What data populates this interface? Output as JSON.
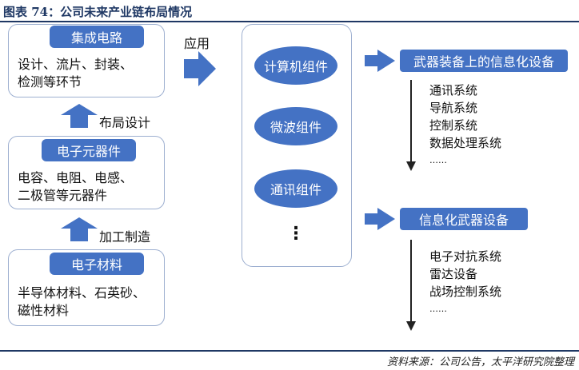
{
  "header": {
    "title": "图表 74：公司未来产业链布局情况"
  },
  "left_chain": [
    {
      "title": "集成电路",
      "desc": [
        "设计、流片、封装、",
        "检测等环节"
      ]
    },
    {
      "title": "电子元器件",
      "desc": [
        "电容、电阻、电感、",
        "二极管等元器件"
      ]
    },
    {
      "title": "电子材料",
      "desc": [
        "半导体材料、石英砂、",
        "磁性材料"
      ]
    }
  ],
  "links": {
    "layout": "布局设计",
    "manufacture": "加工制造",
    "apply": "应用"
  },
  "components": {
    "items": [
      "计算机组件",
      "微波组件",
      "通讯组件"
    ],
    "more": "⋮"
  },
  "outputs": [
    {
      "title": "武器装备上的信息化设备",
      "items": [
        "通讯系统",
        "导航系统",
        "控制系统",
        "数据处理系统",
        "……"
      ]
    },
    {
      "title": "信息化武器设备",
      "items": [
        "电子对抗系统",
        "雷达设备",
        "战场控制系统",
        "……"
      ]
    }
  ],
  "footer": {
    "source": "资料来源：公司公告，太平洋研究院整理"
  },
  "colors": {
    "accent": "#4472c4",
    "panel_border": "#9dafd0",
    "rule": "#1f3864"
  }
}
